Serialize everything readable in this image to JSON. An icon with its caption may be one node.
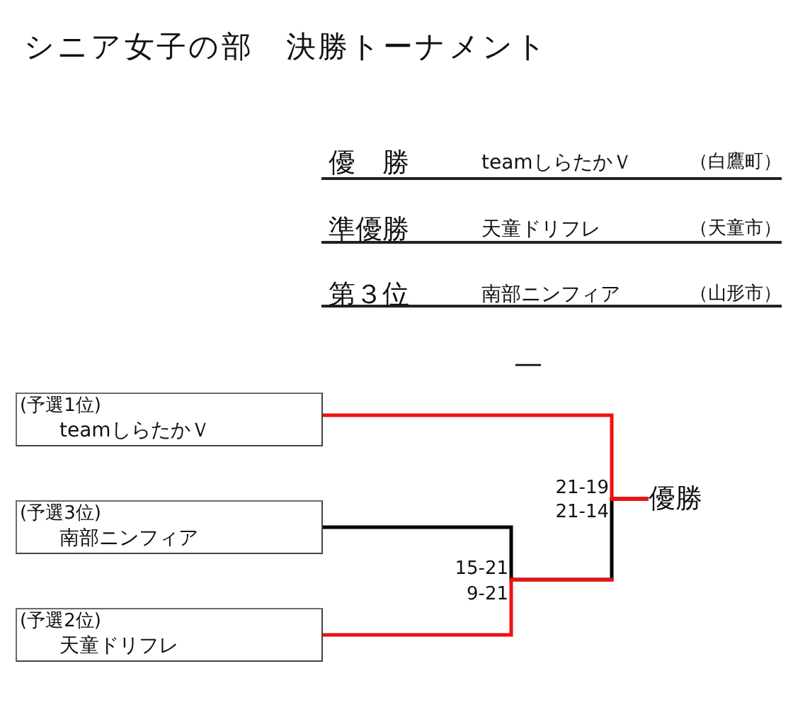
{
  "diagram": {
    "title": "シニア女子の部　決勝トーナメント",
    "nodes": [
      {
        "text": [
          "(予選1位)",
          "teamしらたかＶ"
        ]
      },
      {
        "text": [
          "(予選3位)",
          "南部ニンフィア"
        ]
      },
      {
        "text": [
          "(予選2位)",
          "天童ドリフレ"
        ]
      },
      {
        "text": [
          "優勝"
        ]
      }
    ],
    "edges": [
      {
        "from": 0,
        "to": 3,
        "arrow": "none"
      },
      {
        "from": 1,
        "to": 3,
        "arrow": "none",
        "color": "#000000"
      },
      {
        "from": 2,
        "to": 3,
        "arrow": "none"
      }
    ],
    "labels": [
      "優　勝",
      "teamしらたかＶ",
      "（白鷹町）",
      "準優勝",
      "天童ドリフレ",
      "（天童市）",
      "第３位",
      "南部ニンフィア",
      "（山形市）",
      "—",
      "21-19",
      "21-14",
      "15-21",
      "9-21"
    ]
  }
}
